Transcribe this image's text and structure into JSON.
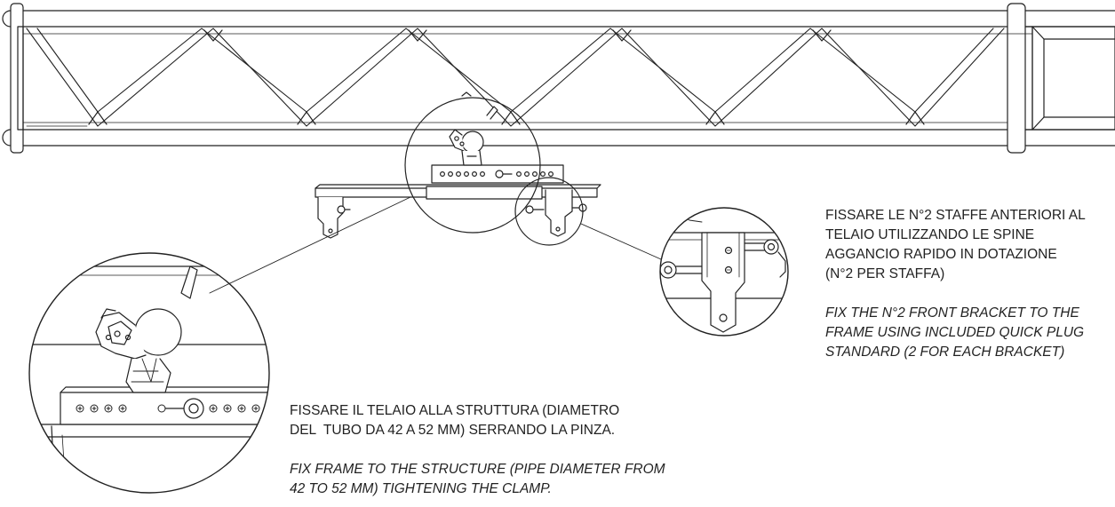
{
  "colors": {
    "ink": "#222222",
    "paper": "#ffffff",
    "shade": "#f4f4f4"
  },
  "notes": {
    "right": {
      "it_lines": [
        "FISSARE LE N°2 STAFFE ANTERIORI AL",
        "TELAIO UTILIZZANDO LE SPINE",
        "AGGANCIO RAPIDO IN DOTAZIONE",
        "(N°2 PER STAFFA)"
      ],
      "en_lines": [
        "FIX THE N°2 FRONT BRACKET TO THE",
        "FRAME USING INCLUDED QUICK PLUG",
        "STANDARD (2 FOR EACH BRACKET)"
      ]
    },
    "left": {
      "it_lines": [
        "FISSARE IL TELAIO ALLA STRUTTURA (DIAMETRO",
        "DEL  TUBO DA 42 A 52 mm) SERRANDO LA PINZA."
      ],
      "en_lines": [
        "FIX FRAME TO THE STRUCTURE (PIPE DIAMETER FROM",
        "42 TO 52 mm) TIGHTENING THE CLAMP."
      ]
    }
  }
}
